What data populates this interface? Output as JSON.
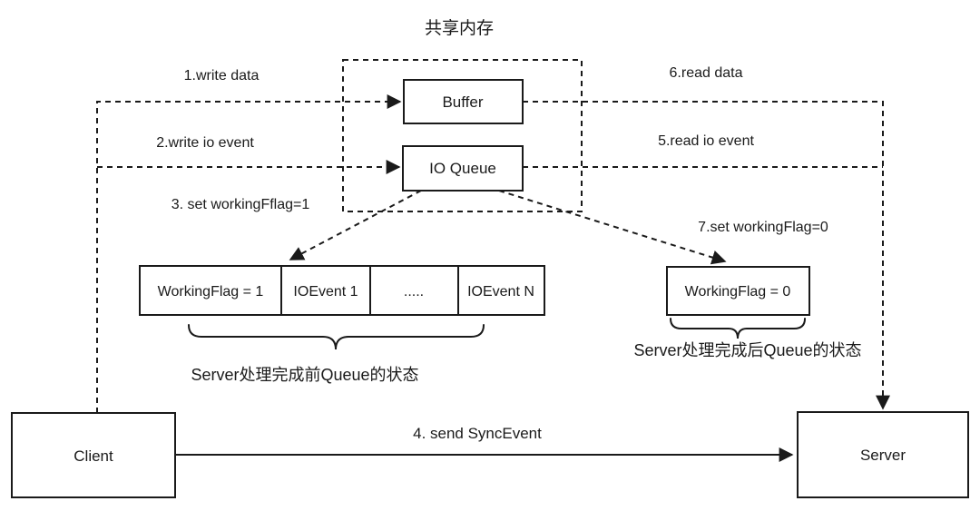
{
  "title": "共享内存",
  "nodes": {
    "buffer": "Buffer",
    "io_queue": "IO Queue",
    "client": "Client",
    "server": "Server"
  },
  "steps": {
    "write_data": "1.write data",
    "write_io_event": "2.write io event",
    "set_working_flag_1": "3. set workingFflag=1",
    "send_sync_event": "4. send SyncEvent",
    "read_io_event": "5.read io event",
    "read_data": "6.read data",
    "set_working_flag_0": "7.set workingFlag=0"
  },
  "queue_before": {
    "cells": [
      "WorkingFlag = 1",
      "IOEvent 1",
      ".....",
      "IOEvent N"
    ],
    "caption": "Server处理完成前Queue的状态"
  },
  "queue_after": {
    "cell": "WorkingFlag = 0",
    "caption": "Server处理完成后Queue的状态"
  },
  "colors": {
    "line": "#1a1a1a",
    "background": "#ffffff"
  }
}
